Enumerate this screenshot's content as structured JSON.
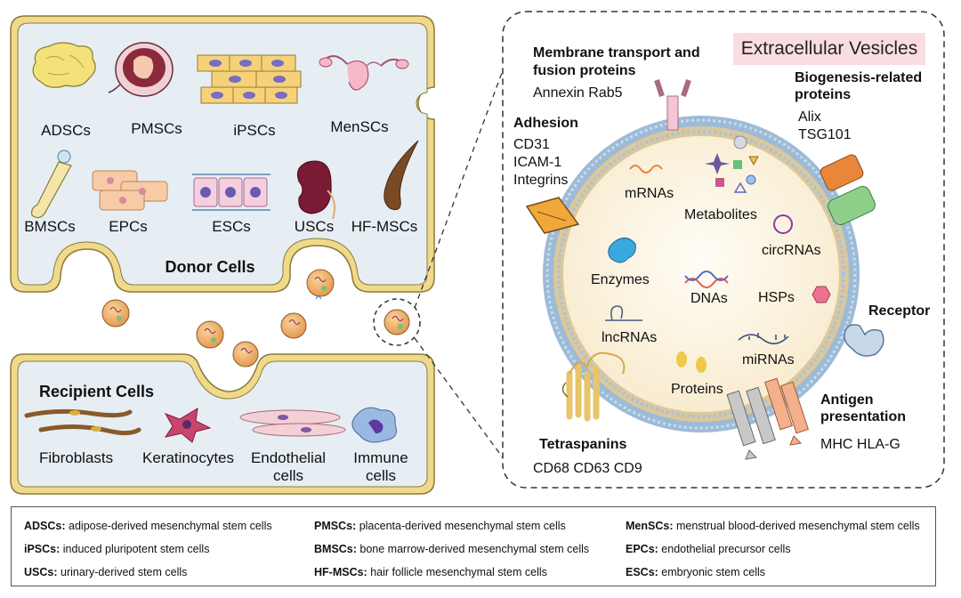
{
  "ev_title": "Extracellular Vesicles",
  "donor": {
    "title": "Donor Cells",
    "cells": [
      "ADSCs",
      "PMSCs",
      "iPSCs",
      "MenSCs",
      "BMSCs",
      "EPCs",
      "ESCs",
      "USCs",
      "HF-MSCs"
    ]
  },
  "recipient": {
    "title": "Recipient Cells",
    "cells": [
      "Fibroblasts",
      "Keratinocytes",
      "Endothelial",
      "cells",
      "Immune",
      "cells"
    ]
  },
  "vesicle": {
    "membrane_transport": {
      "title_l1": "Membrane transport and",
      "title_l2": "fusion proteins",
      "items": "Annexin Rab5"
    },
    "biogenesis": {
      "title_l1": "Biogenesis-related",
      "title_l2": "proteins",
      "item1": "Alix",
      "item2": "TSG101"
    },
    "adhesion": {
      "title": "Adhesion",
      "item1": "CD31",
      "item2": "ICAM-1",
      "item3": "Integrins"
    },
    "receptor": {
      "title": "Receptor"
    },
    "antigen": {
      "title_l1": "Antigen",
      "title_l2": "presentation",
      "items": "MHC  HLA-G"
    },
    "tetraspanins": {
      "title": "Tetraspanins",
      "items": "CD68 CD63 CD9"
    },
    "cargo": {
      "mrnas": "mRNAs",
      "metabolites": "Metabolites",
      "circrnas": "circRNAs",
      "enzymes": "Enzymes",
      "dnas": "DNAs",
      "hsps": "HSPs",
      "lncrnas": "lncRNAs",
      "mirnas": "miRNAs",
      "proteins": "Proteins"
    }
  },
  "legend": [
    {
      "abbr": "ADSCs:",
      "def": " adipose-derived mesenchymal stem cells"
    },
    {
      "abbr": "PMSCs:",
      "def": " placenta-derived mesenchymal stem cells"
    },
    {
      "abbr": "MenSCs:",
      "def": " menstrual blood-derived mesenchymal stem cells"
    },
    {
      "abbr": "iPSCs:",
      "def": " induced pluripotent stem cells"
    },
    {
      "abbr": "BMSCs:",
      "def": " bone marrow-derived mesenchymal stem cells"
    },
    {
      "abbr": "EPCs:",
      "def": " endothelial precursor cells"
    },
    {
      "abbr": "USCs:",
      "def": " urinary-derived stem cells"
    },
    {
      "abbr": "HF-MSCs:",
      "def": " hair follicle mesenchymal stem cells"
    },
    {
      "abbr": "ESCs:",
      "def": " embryonic stem cells"
    }
  ],
  "colors": {
    "cell_border": "#f0d98a",
    "cell_fill": "#e6eef4",
    "vesicle_fill": "#fbf3dc",
    "membrane": "#7fa6c9",
    "title_bg": "#f9dde0"
  }
}
